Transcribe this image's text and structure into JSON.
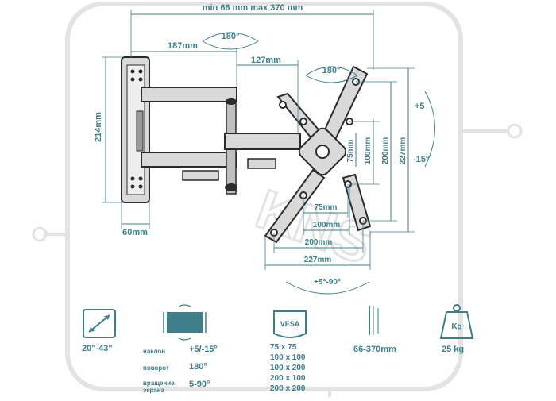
{
  "dimensions": {
    "total_range": "min 66 mm max 370 mm",
    "arm1": "187mm",
    "arm2": "127mm",
    "swivel1": "180°",
    "swivel2": "180°",
    "height_plate": "214mm",
    "depth_plate": "60mm",
    "tilt_up": "+5",
    "tilt_down": "-15°",
    "vesa_v1": "75mm",
    "vesa_v2": "100mm",
    "vesa_v3": "200mm",
    "vesa_v4": "227mm",
    "vesa_h1": "75mm",
    "vesa_h2": "100mm",
    "vesa_h3": "200mm",
    "vesa_h4": "227mm",
    "rotation": "+5°-90°"
  },
  "watermark": "KNS",
  "specs": {
    "screen_size": "20\"-43\"",
    "tilt_label": "наклон",
    "tilt_value": "+5/-15°",
    "swivel_label": "поворот",
    "swivel_value": "180°",
    "rotate_label_1": "вращение",
    "rotate_label_2": "экрана",
    "rotate_value": "5-90°",
    "vesa_badge": "VESA",
    "vesa_list": [
      "75 x 75",
      "100 x 100",
      "100 x 200",
      "200 x 100",
      "200 x 200"
    ],
    "distance": "66-370mm",
    "weight_badge": "Kg",
    "weight": "25 kg"
  },
  "colors": {
    "accent": "#3e7f8a",
    "watermark": "#e6e6e6",
    "metal_dark": "#2b2b2b",
    "metal_light": "#d9d9d9"
  }
}
